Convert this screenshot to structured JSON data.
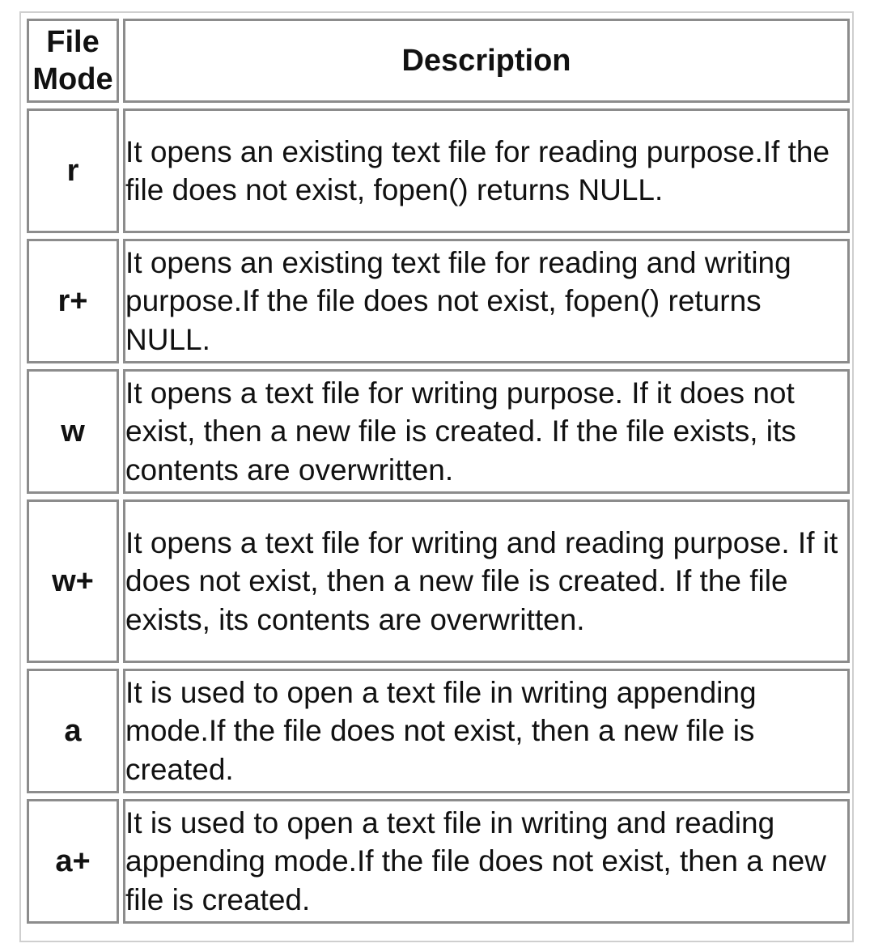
{
  "header": {
    "mode_label_line1": "File",
    "mode_label_line2": "Mode",
    "description_label": "Description"
  },
  "rows": [
    {
      "mode": "r",
      "description": "It opens an existing text file for reading purpose.If the file does not exist, fopen() returns NULL."
    },
    {
      "mode": "r+",
      "description": "It opens an existing text file for reading and writing purpose.If the file does not exist, fopen() returns NULL."
    },
    {
      "mode": "w",
      "description": "It opens a text file for writing purpose. If it does not exist, then a new file is created. If the file exists, its contents are overwritten."
    },
    {
      "mode": "w+",
      "description": "It opens a text file for writing and reading purpose. If it does not exist, then a new file is created. If the file exists, its contents are overwritten."
    },
    {
      "mode": "a",
      "description": "It is used to open a text file in writing appending mode.If the file does not exist, then a new file is created."
    },
    {
      "mode": "a+",
      "description": "It is used to open a text file in writing and reading appending mode.If the file does not exist, then a new file is created."
    }
  ],
  "colors": {
    "mode_text": "#1e90e8",
    "border": "#8c8c8c",
    "outer_border": "#cfcfcf",
    "text": "#111111"
  }
}
